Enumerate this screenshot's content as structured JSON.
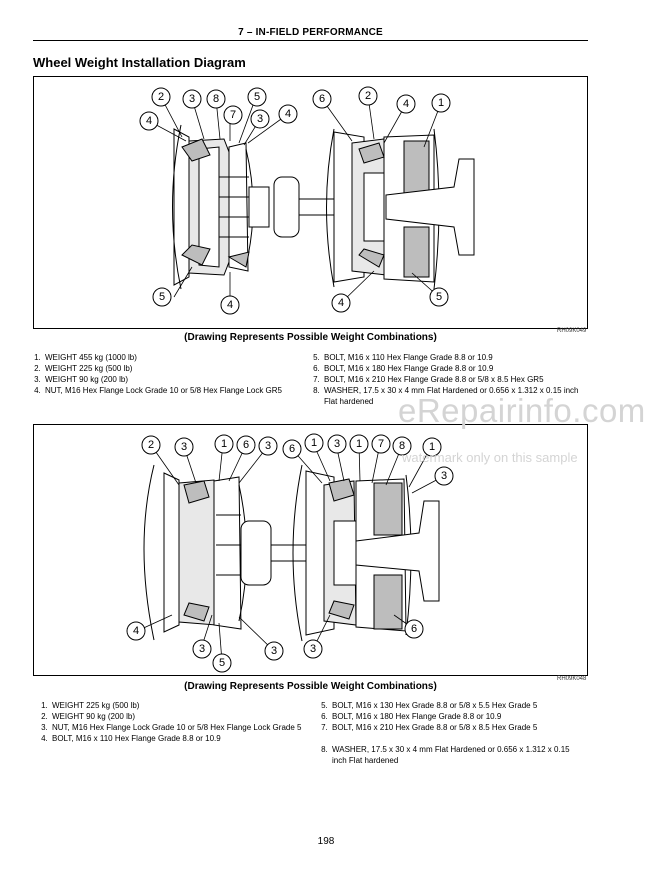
{
  "header": {
    "section_title": "7 – IN-FIELD PERFORMANCE"
  },
  "page_heading": "Wheel Weight Installation Diagram",
  "figures": [
    {
      "ref_code": "RH09K049",
      "caption": "(Drawing Represents Possible Weight Combinations)",
      "legend_left": [
        "WEIGHT 455 kg (1000 lb)",
        "WEIGHT 225 kg (500 lb)",
        "WEIGHT 90 kg (200 lb)",
        "NUT, M16 Hex Flange Lock Grade 10 or 5/8 Hex Flange Lock GR5"
      ],
      "legend_right": [
        "BOLT, M16 x 110 Hex Flange Grade 8.8 or 10.9",
        "BOLT, M16 x 180 Hex Flange Grade 8.8 or 10.9",
        "BOLT, M16 x 210 Hex Flange Grade 8.8 or 5/8 x 8.5 Hex GR5",
        "WASHER, 17.5 x 30 x 4 mm Flat Hardened or 0.656 x 1.312 x 0.15 inch Flat hardened"
      ]
    },
    {
      "ref_code": "RH09K048",
      "caption": "(Drawing Represents Possible Weight Combinations)",
      "legend_left": [
        "WEIGHT 225 kg (500 lb)",
        "WEIGHT 90 kg (200 lb)",
        "NUT, M16 Hex Flange Lock Grade 10 or 5/8 Hex Flange Lock Grade 5",
        "BOLT, M16 x 110 Hex Flange Grade 8.8 or 10.9"
      ],
      "legend_right": [
        "BOLT, M16 x 130 Hex Grade 8.8 or 5/8 x 5.5 Hex Grade 5",
        "BOLT, M16 x 180 Hex Flange Grade 8.8 or 10.9",
        "BOLT, M16 x 210 Hex Grade 8.8 or 5/8 x 8.5 Hex Grade 5",
        "WASHER, 17.5 x 30 x 4 mm Flat Hardened or 0.656 x 1.312 x 0.15 inch Flat hardened"
      ]
    }
  ],
  "page_number": "198",
  "watermark": {
    "logo": "eRepairinfo.com",
    "note": "watermark only on this sample"
  }
}
